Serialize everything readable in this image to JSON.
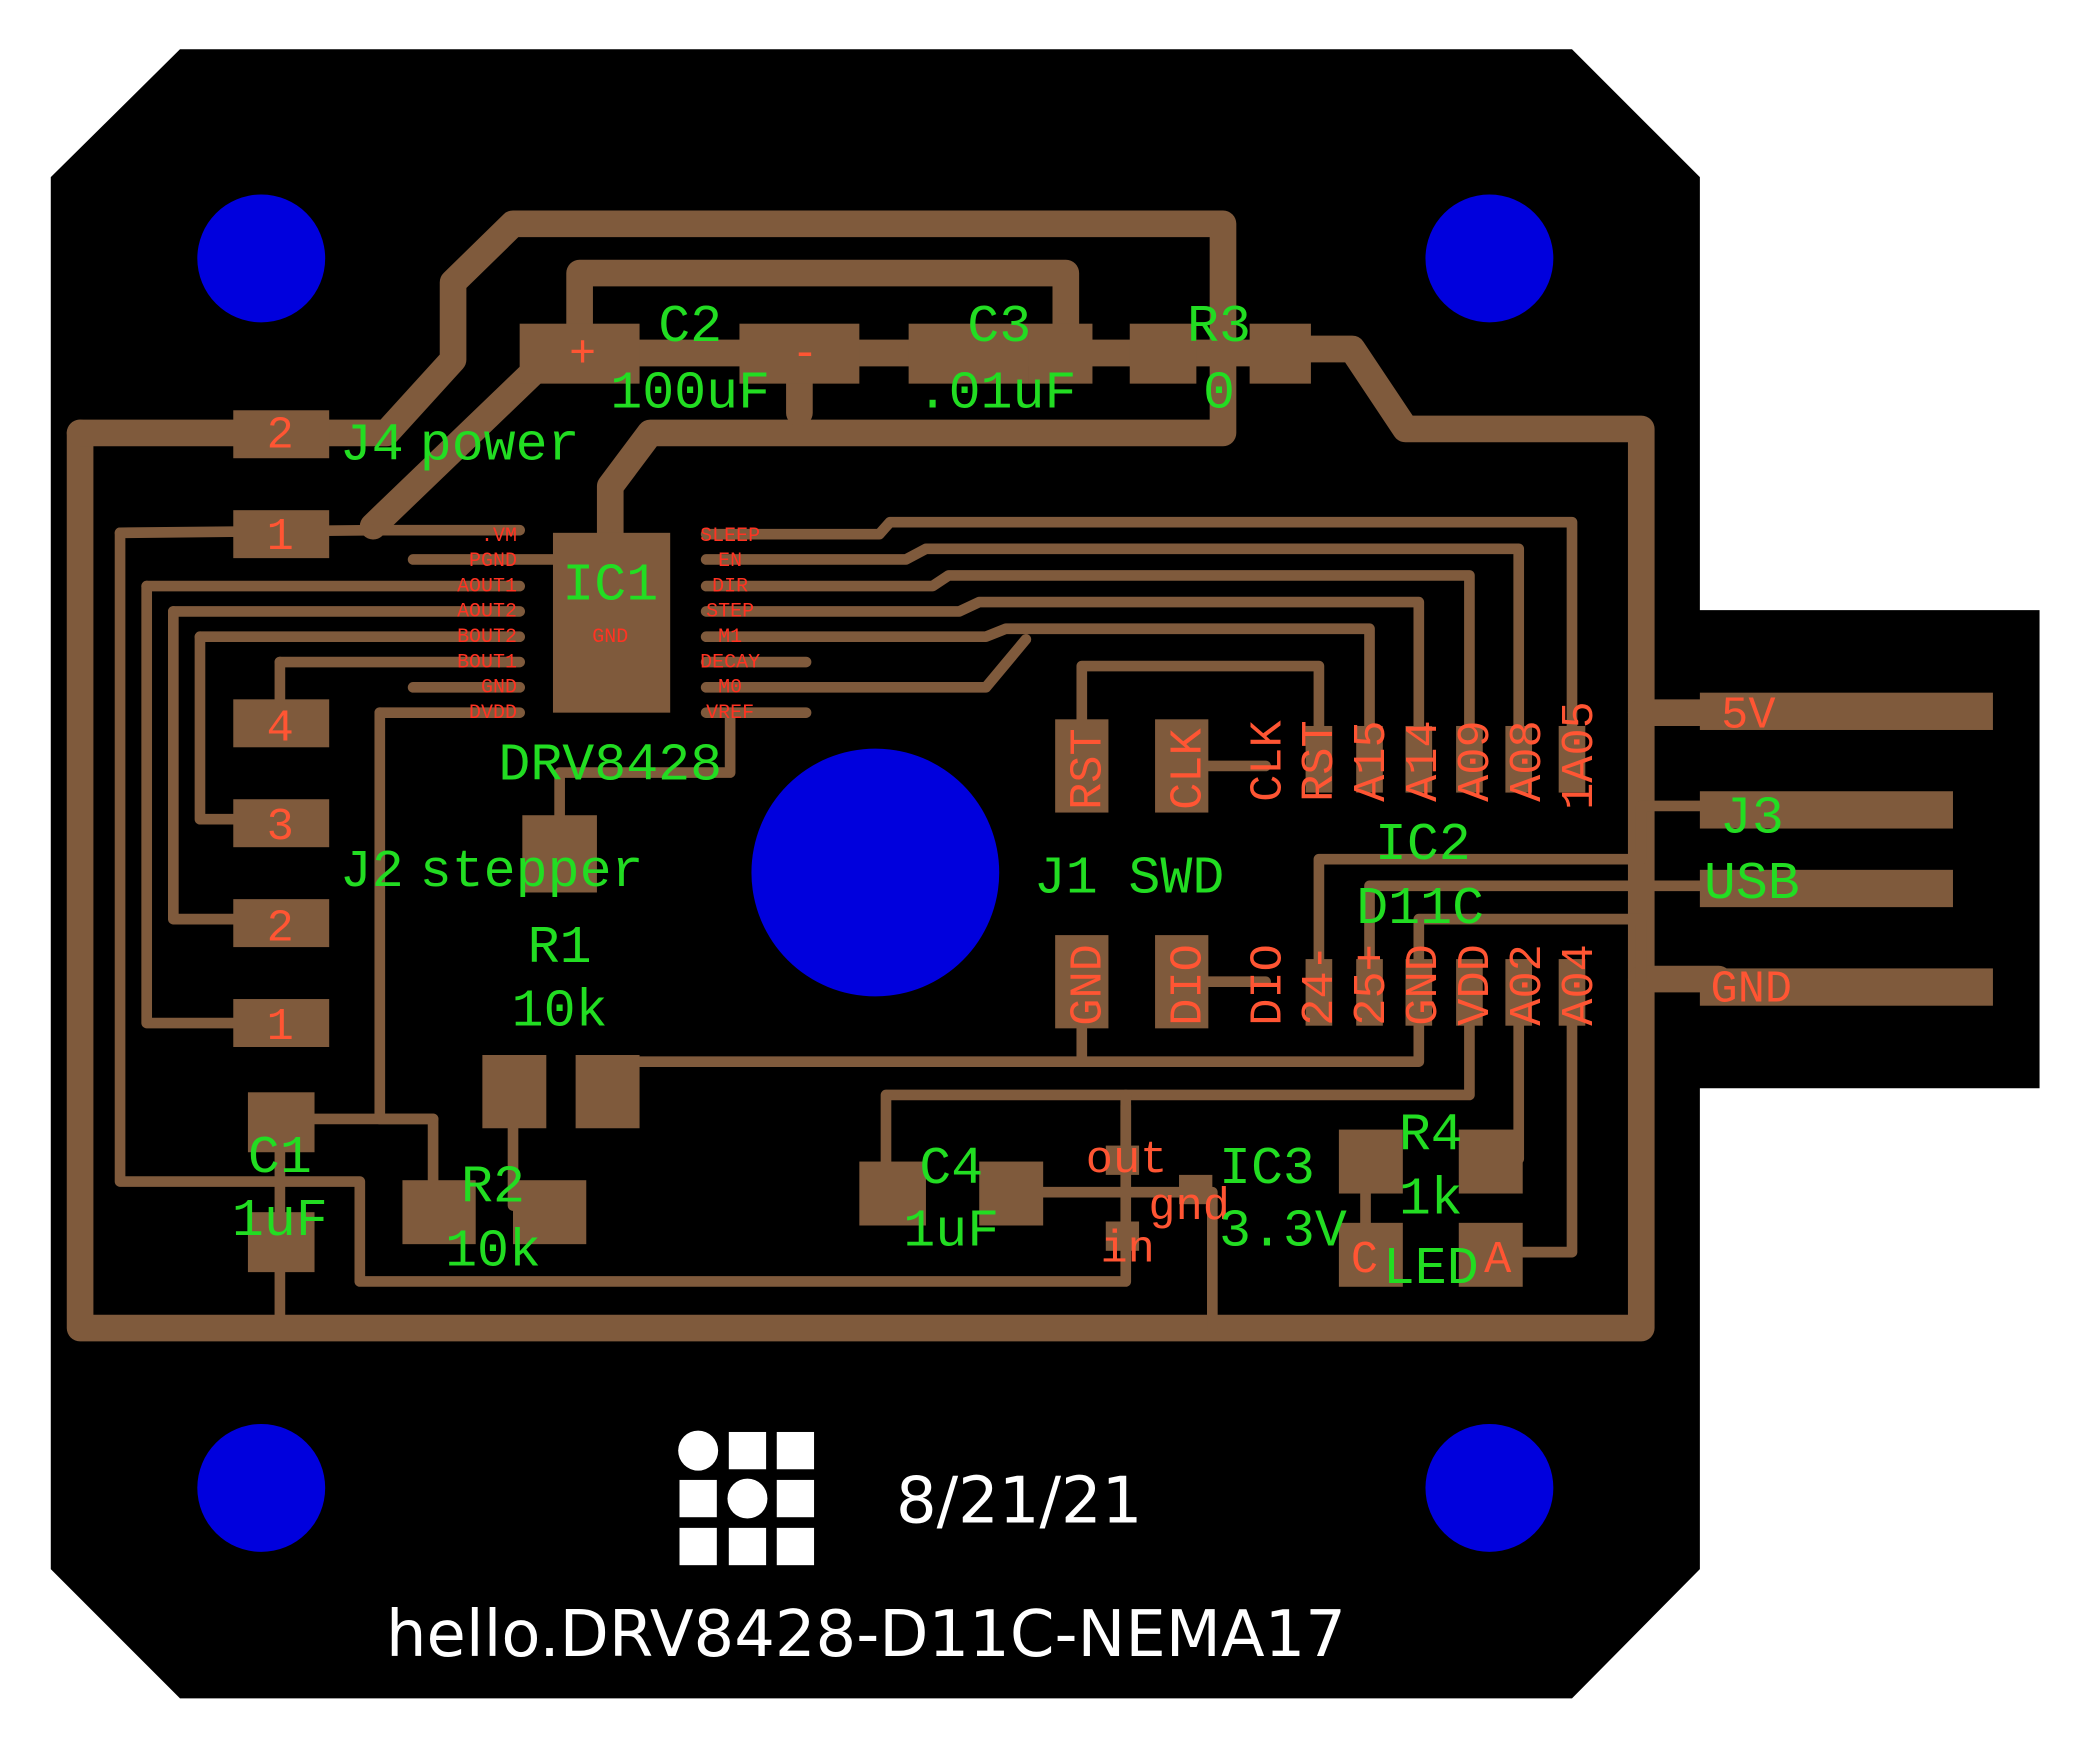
{
  "board": {
    "title": "hello.DRV8428-D11C-NEMA17",
    "date": "8/21/21"
  },
  "colors": {
    "copper": "#7f5a3c",
    "hole": "#0000dd",
    "label": "#22dd22",
    "pin_label": "#ff5533"
  },
  "j4": {
    "ref": "J4",
    "value": "power",
    "pins": [
      "2",
      "1"
    ]
  },
  "j2": {
    "ref": "J2",
    "value": "stepper",
    "pins": [
      "4",
      "3",
      "2",
      "1"
    ]
  },
  "c2": {
    "ref": "C2",
    "value": "100uF",
    "plus": "+",
    "minus": "-"
  },
  "c3": {
    "ref": "C3",
    "value": ".01uF"
  },
  "r3": {
    "ref": "R3",
    "value": "0"
  },
  "ic1": {
    "ref": "IC1",
    "value": "DRV8428",
    "center": "GND",
    "left_pins": [
      ".VM",
      "PGND",
      "AOUT1",
      "AOUT2",
      "BOUT2",
      "BOUT1",
      "GND",
      "DVDD"
    ],
    "right_pins": [
      "SLEEP",
      "EN",
      "DIR",
      "STEP",
      "M1",
      "DECAY",
      "M0",
      "VREF"
    ]
  },
  "j1": {
    "ref": "J1",
    "value": "SWD",
    "pins": [
      "RST",
      "CLK",
      "GND",
      "DIO"
    ]
  },
  "ic2": {
    "ref": "IC2",
    "value": "D11C",
    "top_pins": [
      "CLK",
      "RST",
      "A15",
      "A14",
      "A09",
      "A08",
      "1A05"
    ],
    "bottom_pins": [
      "DIO",
      "24-",
      "25+",
      "GND",
      "VDD",
      "A02",
      "A04"
    ]
  },
  "j3": {
    "ref": "J3",
    "value": "USB",
    "pins": [
      "5V",
      "GND"
    ]
  },
  "r1": {
    "ref": "R1",
    "value": "10k"
  },
  "r2": {
    "ref": "R2",
    "value": "10k"
  },
  "c1": {
    "ref": "C1",
    "value": "1uF"
  },
  "c4": {
    "ref": "C4",
    "value": "1uF"
  },
  "ic3": {
    "ref": "IC3",
    "value": "3.3V",
    "pins": [
      "out",
      "gnd",
      "in"
    ]
  },
  "r4": {
    "ref": "R4",
    "value": "1k"
  },
  "led": {
    "ref": "LED",
    "pins": [
      "C",
      "A"
    ]
  }
}
